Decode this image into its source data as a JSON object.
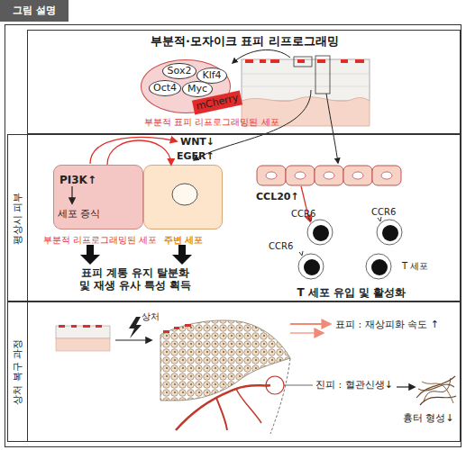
{
  "diagram": {
    "nodes": [
      {
        "text": [
          "그림 설명"
        ]
      },
      {
        "text": [
          "부분적·모자이크 표피 리프로그래밍"
        ]
      },
      {
        "text": [
          "부분적 표피 리프로그래밍된 세포"
        ],
        "in": 1
      },
      {
        "text": [
          "Sox2"
        ],
        "in": 2
      },
      {
        "text": [
          "Klf4"
        ],
        "in": 2
      },
      {
        "text": [
          "Oct4"
        ],
        "in": 2
      },
      {
        "text": [
          "Myc"
        ],
        "in": 2
      },
      {
        "text": [
          "mCherry"
        ],
        "in": 2
      },
      {
        "text": [
          "평상시 피부"
        ]
      },
      {
        "text": [
          "PI3K↑",
          "세포 증식",
          "부분적 리프로그래밍된 세포"
        ],
        "in": 8
      },
      {
        "text": [
          "주변 세포"
        ],
        "in": 8
      },
      {
        "text": [
          "상처 복구 과정"
        ]
      }
    ],
    "edges": [
      {
        "from": 9,
        "to": 10,
        "arrow": "to",
        "label": "EGFR↑"
      }
    ],
    "labels": [
      "WNT↓",
      "CCL20↑",
      "CCR6",
      "CCR6",
      "CCR6",
      "T 세포",
      "표피 계통 유지 탈분화 및 재생 유사 특성 획득",
      "T 세포 유입 및 활성화",
      "상처",
      "표피 : 재상피화 속도 ↑",
      "진피 : 혈관신생↓",
      "흉터 형성↓"
    ]
  }
}
